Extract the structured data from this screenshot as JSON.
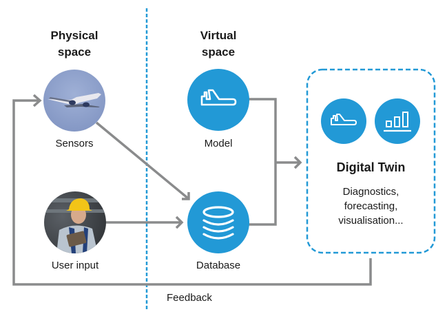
{
  "headings": {
    "physical": [
      "Physical",
      "space"
    ],
    "virtual": [
      "Virtual",
      "space"
    ]
  },
  "nodes": {
    "sensors": {
      "label": "Sensors",
      "image": "airplane-photo"
    },
    "user_input": {
      "label": "User input",
      "image": "worker-with-tablet-photo"
    },
    "model": {
      "label": "Model",
      "icon": "airplane-icon"
    },
    "database": {
      "label": "Database",
      "icon": "database-icon"
    }
  },
  "digital_twin": {
    "title": "Digital Twin",
    "description": [
      "Diagnostics,",
      "forecasting,",
      "visualisation..."
    ],
    "icons": [
      "airplane-icon",
      "bar-chart-icon"
    ]
  },
  "feedback_label": "Feedback",
  "colors": {
    "accent_blue": "#2299d6",
    "arrow_gray": "#8a8b8c",
    "divider_blue": "#2299d6",
    "text": "#1a1a1a"
  }
}
